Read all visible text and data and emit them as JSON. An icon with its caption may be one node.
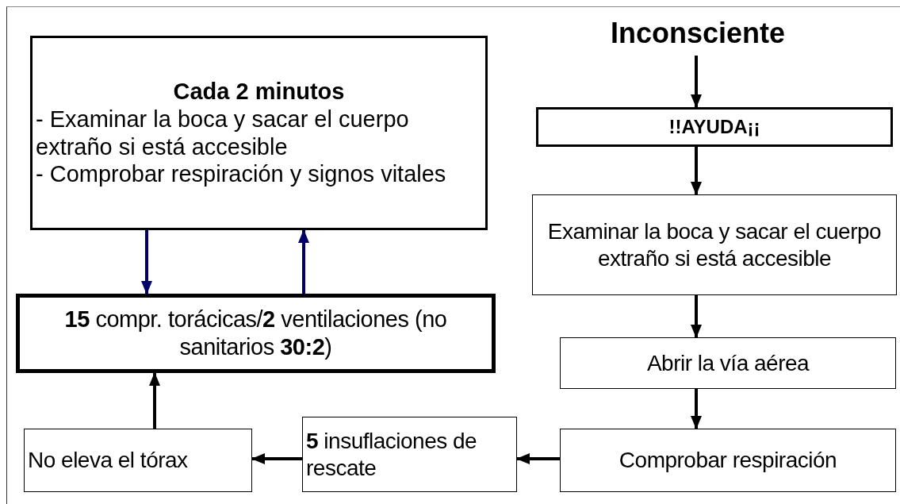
{
  "diagram": {
    "nodes": [
      {
        "text": [
          "Inconsciente"
        ]
      },
      {
        "text": [
          "!!AYUDA¡¡"
        ]
      },
      {
        "text": [
          "Examinar la boca y sacar el cuerpo extraño si está accesible"
        ]
      },
      {
        "text": [
          "Abrir la vía aérea"
        ]
      },
      {
        "text": [
          "Comprobar respiración"
        ]
      },
      {
        "text": [
          "**5** insuflaciones de rescate"
        ]
      },
      {
        "text": [
          "No eleva el tórax"
        ]
      },
      {
        "text": [
          "**15** compr. torácicas/**2** ventilaciones (no sanitarios **30:2**)"
        ]
      },
      {
        "text": [
          "Cada 2 minutos",
          "- Examinar la boca y sacar el cuerpo extraño si está accesible",
          "- Comprobar respiración y signos vitales"
        ]
      }
    ],
    "edges": [
      {
        "from": 0,
        "to": 1,
        "arrow": "to"
      },
      {
        "from": 1,
        "to": 2,
        "arrow": "to"
      },
      {
        "from": 2,
        "to": 3,
        "arrow": "to"
      },
      {
        "from": 3,
        "to": 4,
        "arrow": "to"
      },
      {
        "from": 4,
        "to": 5,
        "arrow": "to"
      },
      {
        "from": 5,
        "to": 6,
        "arrow": "to"
      },
      {
        "from": 6,
        "to": 7,
        "arrow": "to"
      },
      {
        "from": 8,
        "to": 7,
        "arrow": "to",
        "color": "#000066"
      },
      {
        "from": 7,
        "to": 8,
        "arrow": "to",
        "color": "#000066"
      }
    ]
  }
}
